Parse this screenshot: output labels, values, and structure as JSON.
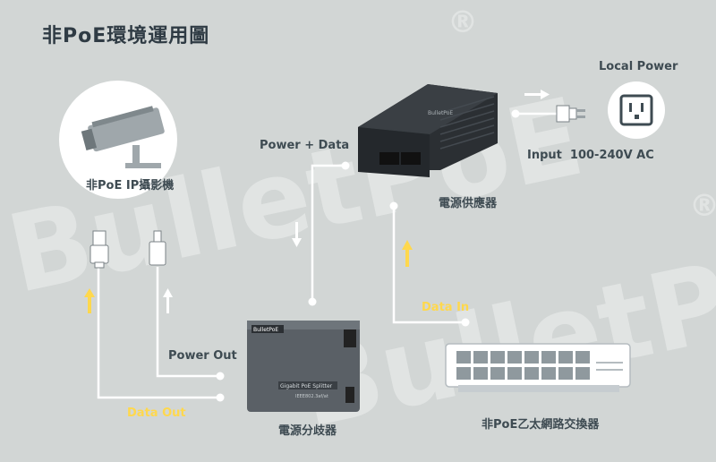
{
  "title": "非PoE環境運用圖",
  "labels": {
    "camera": "非PoE IP攝影機",
    "power_data": "Power + Data",
    "local_power": "Local Power",
    "input": "Input  100-240V AC",
    "injector": "電源供應器",
    "data_in": "Data In",
    "power_out": "Power Out",
    "data_out": "Data Out",
    "splitter": "電源分歧器",
    "switch": "非PoE乙太網路交換器"
  },
  "device_text": {
    "splitter_brand": "BulletPoE",
    "splitter_model": "Gigabit PoE Splitter",
    "splitter_std": "IEEE802.3af/at",
    "injector_brand": "BulletPoE"
  },
  "watermark": {
    "brand": "BulletPoE",
    "mark": "®"
  },
  "colors": {
    "background": "#d2d6d5",
    "line": "#ffffff",
    "arrow_yellow": "#ffd84d",
    "device_dark": "#2b2f33",
    "text": "#3e4b52"
  }
}
